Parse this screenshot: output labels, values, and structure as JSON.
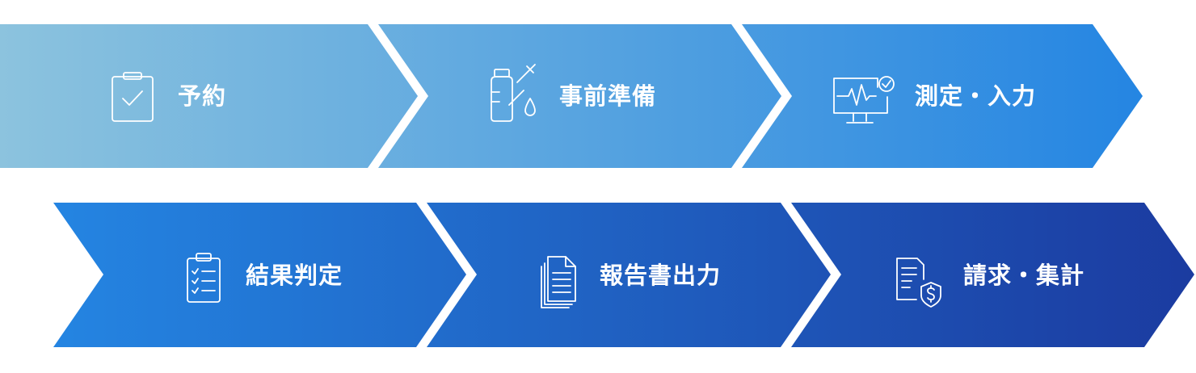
{
  "steps": [
    {
      "label": "予約",
      "icon": "clipboard-check-icon"
    },
    {
      "label": "事前準備",
      "icon": "vial-syringe-icon"
    },
    {
      "label": "測定・入力",
      "icon": "monitor-heartbeat-icon"
    },
    {
      "label": "結果判定",
      "icon": "checklist-icon"
    },
    {
      "label": "報告書出力",
      "icon": "document-stack-icon"
    },
    {
      "label": "請求・集計",
      "icon": "invoice-dollar-shield-icon"
    }
  ],
  "colors": {
    "start": "#8cc3de",
    "mid": "#2485e2",
    "end": "#1b3ba0",
    "text": "#ffffff"
  }
}
